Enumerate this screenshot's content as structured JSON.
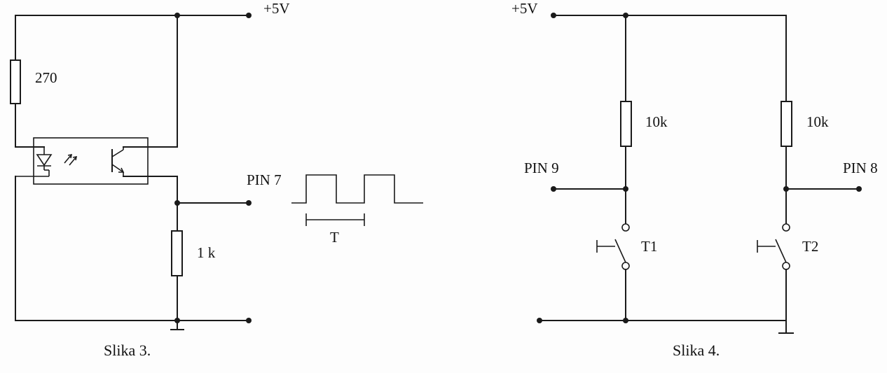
{
  "figure3": {
    "caption": "Slika 3.",
    "supply_label": "+5V",
    "resistor_top_label": "270",
    "resistor_bottom_label": "1 k",
    "pin_label": "PIN 7",
    "period_label": "T"
  },
  "figure4": {
    "caption": "Slika 4.",
    "supply_label": "+5V",
    "resistor_left_label": "10k",
    "resistor_right_label": "10k",
    "pin_left_label": "PIN 9",
    "pin_right_label": "PIN 8",
    "switch_left_label": "T1",
    "switch_right_label": "T2"
  }
}
